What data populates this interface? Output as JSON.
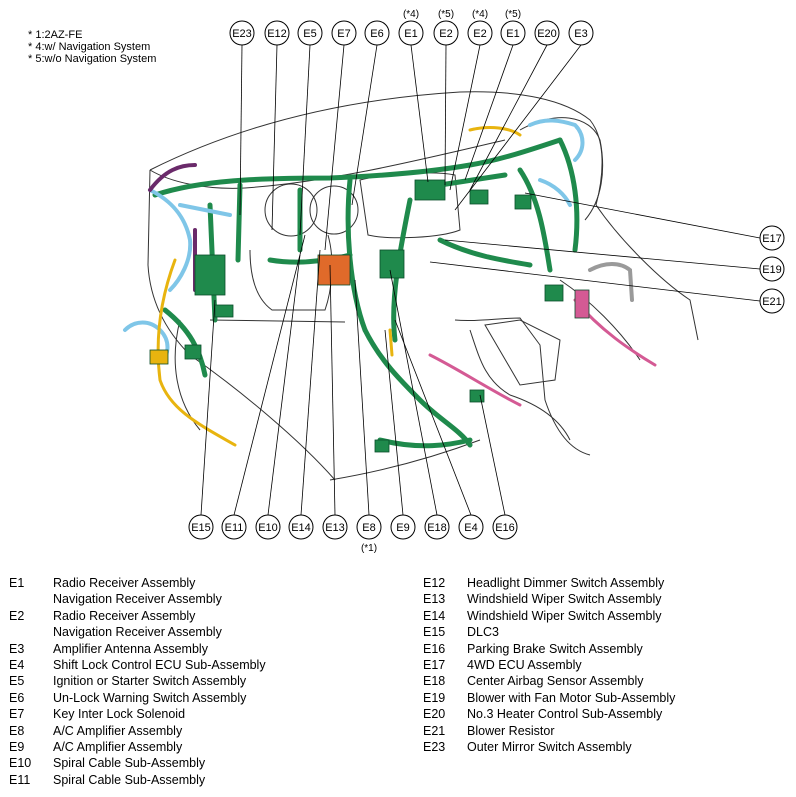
{
  "notes": [
    "* 1:2AZ-FE",
    "* 4:w/ Navigation System",
    "* 5:w/o Navigation System"
  ],
  "callouts_top": [
    {
      "code": "E23",
      "note": ""
    },
    {
      "code": "E12",
      "note": ""
    },
    {
      "code": "E5",
      "note": ""
    },
    {
      "code": "E7",
      "note": ""
    },
    {
      "code": "E6",
      "note": ""
    },
    {
      "code": "E1",
      "note": "(*4)"
    },
    {
      "code": "E2",
      "note": "(*5)"
    },
    {
      "code": "E2",
      "note": "(*4)"
    },
    {
      "code": "E1",
      "note": "(*5)"
    },
    {
      "code": "E20",
      "note": ""
    },
    {
      "code": "E3",
      "note": ""
    }
  ],
  "callouts_right": [
    {
      "code": "E17"
    },
    {
      "code": "E19"
    },
    {
      "code": "E21"
    }
  ],
  "callouts_bottom": [
    {
      "code": "E15",
      "note": ""
    },
    {
      "code": "E11",
      "note": ""
    },
    {
      "code": "E10",
      "note": ""
    },
    {
      "code": "E14",
      "note": ""
    },
    {
      "code": "E13",
      "note": ""
    },
    {
      "code": "E8",
      "note": "(*1)"
    },
    {
      "code": "E9",
      "note": ""
    },
    {
      "code": "E18",
      "note": ""
    },
    {
      "code": "E4",
      "note": ""
    },
    {
      "code": "E16",
      "note": ""
    }
  ],
  "legend_left": [
    {
      "code": "E1",
      "name": "Radio Receiver Assembly"
    },
    {
      "code": "",
      "name": "Navigation Receiver Assembly"
    },
    {
      "code": "E2",
      "name": "Radio Receiver Assembly"
    },
    {
      "code": "",
      "name": "Navigation Receiver Assembly"
    },
    {
      "code": "E3",
      "name": "Amplifier Antenna Assembly"
    },
    {
      "code": "E4",
      "name": "Shift Lock Control ECU Sub-Assembly"
    },
    {
      "code": "E5",
      "name": "Ignition or Starter Switch Assembly"
    },
    {
      "code": "E6",
      "name": "Un-Lock Warning Switch Assembly"
    },
    {
      "code": "E7",
      "name": "Key Inter Lock Solenoid"
    },
    {
      "code": "E8",
      "name": "A/C Amplifier Assembly"
    },
    {
      "code": "E9",
      "name": "A/C Amplifier Assembly"
    },
    {
      "code": "E10",
      "name": "Spiral Cable Sub-Assembly"
    },
    {
      "code": "E11",
      "name": "Spiral Cable Sub-Assembly"
    }
  ],
  "legend_right": [
    {
      "code": "E12",
      "name": "Headlight Dimmer Switch Assembly"
    },
    {
      "code": "E13",
      "name": "Windshield Wiper Switch Assembly"
    },
    {
      "code": "E14",
      "name": "Windshield Wiper Switch Assembly"
    },
    {
      "code": "E15",
      "name": "DLC3"
    },
    {
      "code": "E16",
      "name": "Parking Brake Switch Assembly"
    },
    {
      "code": "E17",
      "name": "4WD ECU Assembly"
    },
    {
      "code": "E18",
      "name": "Center Airbag Sensor Assembly"
    },
    {
      "code": "E19",
      "name": "Blower with Fan Motor Sub-Assembly"
    },
    {
      "code": "E20",
      "name": "No.3 Heater Control Sub-Assembly"
    },
    {
      "code": "E21",
      "name": "Blower Resistor"
    },
    {
      "code": "E23",
      "name": "Outer Mirror Switch Assembly"
    }
  ],
  "colors": {
    "harness_main": "#1f8a4c",
    "harness_blue": "#7fc6e8",
    "harness_yellow": "#e8b40f",
    "harness_pink": "#d45a94",
    "harness_purple": "#6a2a6a",
    "harness_gray": "#9a9a9a",
    "connector_orange": "#e06a2a",
    "outline": "#333333"
  }
}
